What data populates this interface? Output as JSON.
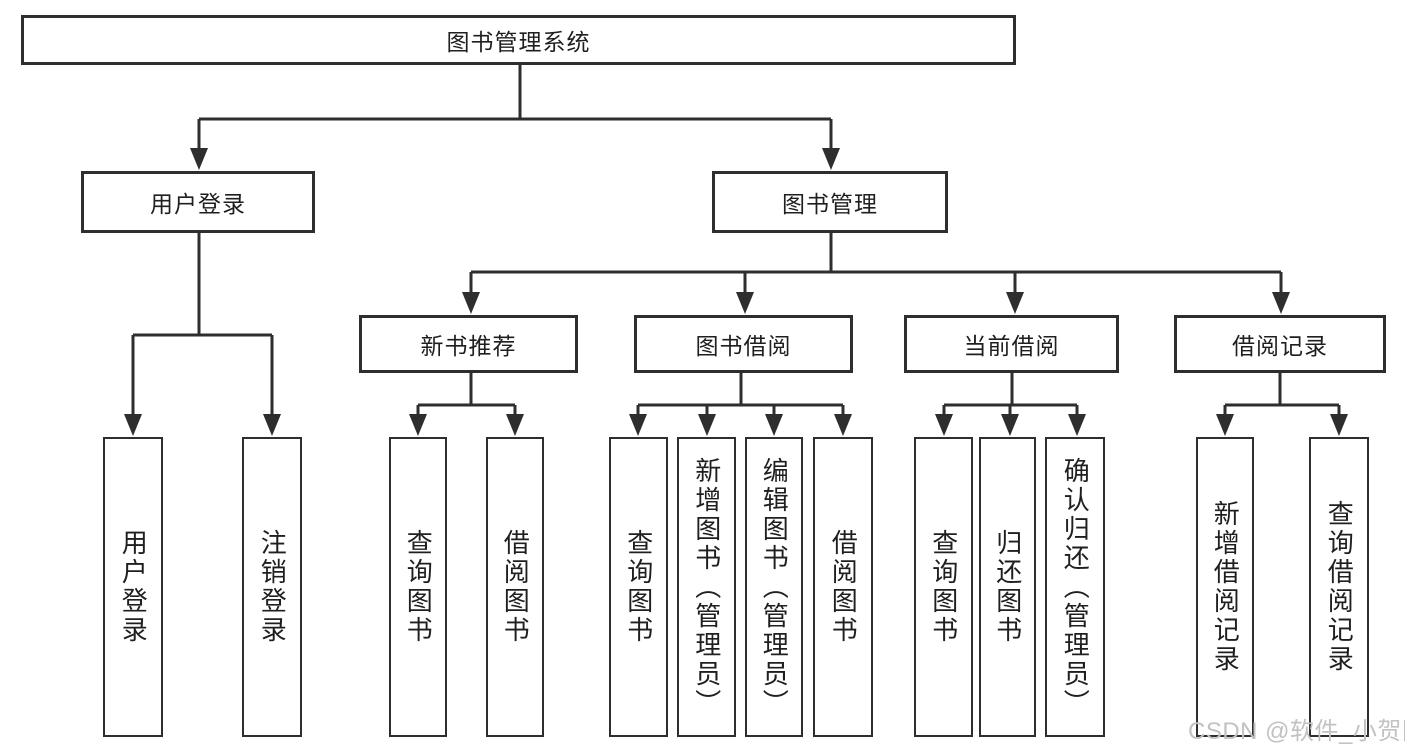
{
  "nodes": {
    "root": "图书管理系统",
    "user_login": "用户登录",
    "book_management": "图书管理",
    "new_book_recommend": "新书推荐",
    "book_borrow": "图书借阅",
    "current_borrow": "当前借阅",
    "borrow_record": "借阅记录",
    "leaf_user_login": "用户登录",
    "leaf_logout": "注销登录",
    "leaf_nbr_query_book": "查询图书",
    "leaf_nbr_borrow_book": "借阅图书",
    "leaf_bb_query_book": "查询图书",
    "leaf_bb_add_book": "新增图书（管理员）",
    "leaf_bb_edit_book": "编辑图书（管理员）",
    "leaf_bb_borrow_book": "借阅图书",
    "leaf_cb_query_book": "查询图书",
    "leaf_cb_return_book": "归还图书",
    "leaf_cb_confirm_return": "确认归还（管理员）",
    "leaf_br_add_record": "新增借阅记录",
    "leaf_br_query_record": "查询借阅记录"
  },
  "watermark": "CSDN @软件_小贺同学",
  "colors": {
    "line": "#2e2e2e",
    "border": "#2e2e2e",
    "text": "#1f1f1f",
    "watermark": "#c2c2c2",
    "background": "#ffffff"
  }
}
